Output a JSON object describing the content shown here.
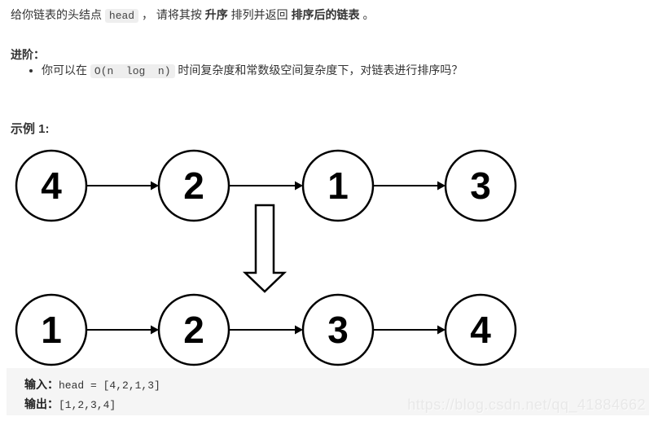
{
  "description": {
    "part1": "给你链表的头结点 ",
    "code1": "head",
    "part2": " ， 请将其按 ",
    "bold1": "升序",
    "part3": " 排列并返回 ",
    "bold2": "排序后的链表",
    "part4": " 。"
  },
  "advanced": {
    "heading": "进阶：",
    "item": {
      "part1": "你可以在 ",
      "code": "O(n  log  n)",
      "part2": " 时间复杂度和常数级空间复杂度下，对链表进行排序吗？"
    }
  },
  "example": {
    "heading": "示例 1:",
    "input_label": "输入：",
    "input_value": "head = [4,2,1,3]",
    "output_label": "输出：",
    "output_value": "[1,2,3,4]"
  },
  "diagram": {
    "before": {
      "nodes": [
        "4",
        "2",
        "1",
        "3"
      ]
    },
    "after": {
      "nodes": [
        "1",
        "2",
        "3",
        "4"
      ]
    },
    "icons": [
      "right-arrow-icon",
      "down-arrow-icon"
    ]
  },
  "watermark": {
    "text": "https://blog.csdn.net/qq_41884662"
  },
  "colors": {
    "page_bg": "#ffffff",
    "text": "#333333",
    "inline_code_bg": "#eeeeee",
    "example_block_bg": "#f5f5f5",
    "node_stroke": "#000000",
    "watermark": "#e8e8e8"
  }
}
